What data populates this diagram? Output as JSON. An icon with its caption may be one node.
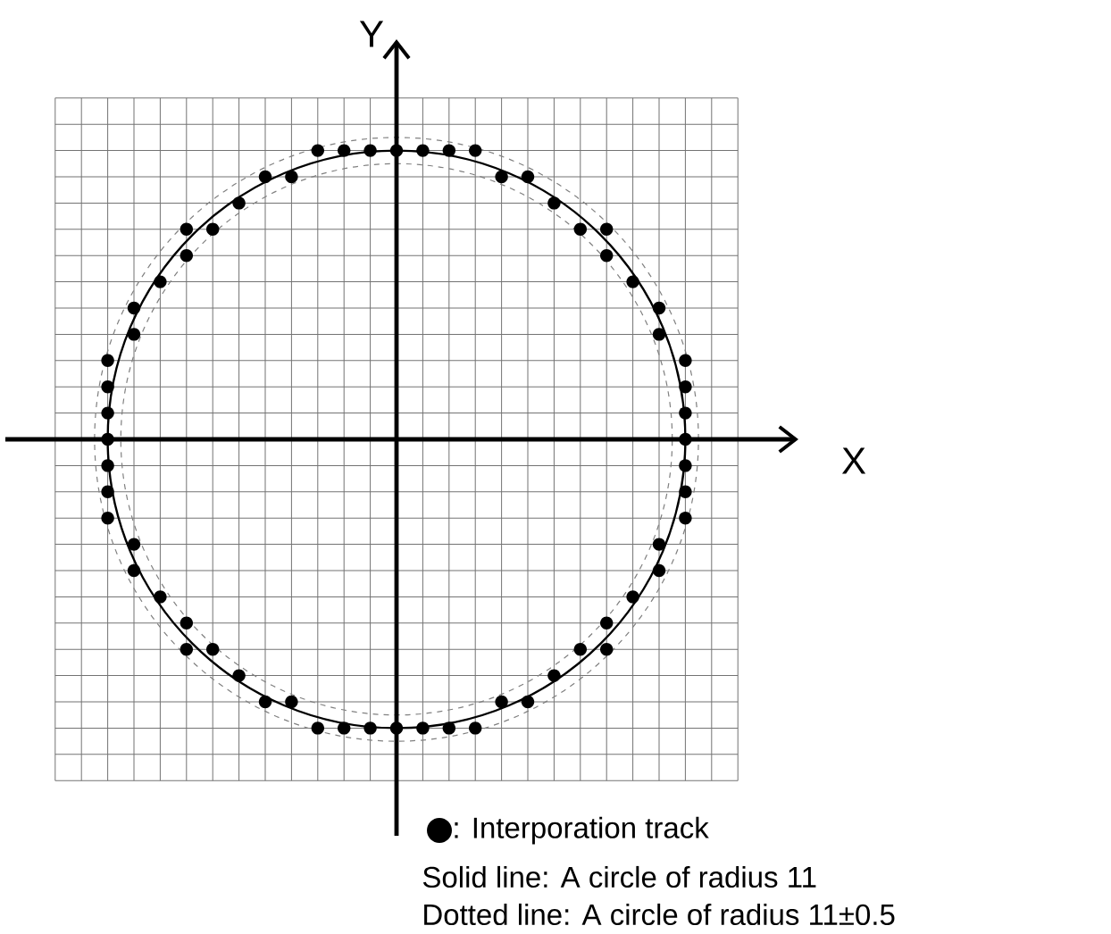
{
  "diagram": {
    "labels": [
      "Y",
      "X",
      "Solid line: A circle of radius 11",
      "Dotted line: A circle of radius 11±0.5"
    ],
    "legend": [
      {
        "text": ": Interporation track"
      }
    ]
  }
}
